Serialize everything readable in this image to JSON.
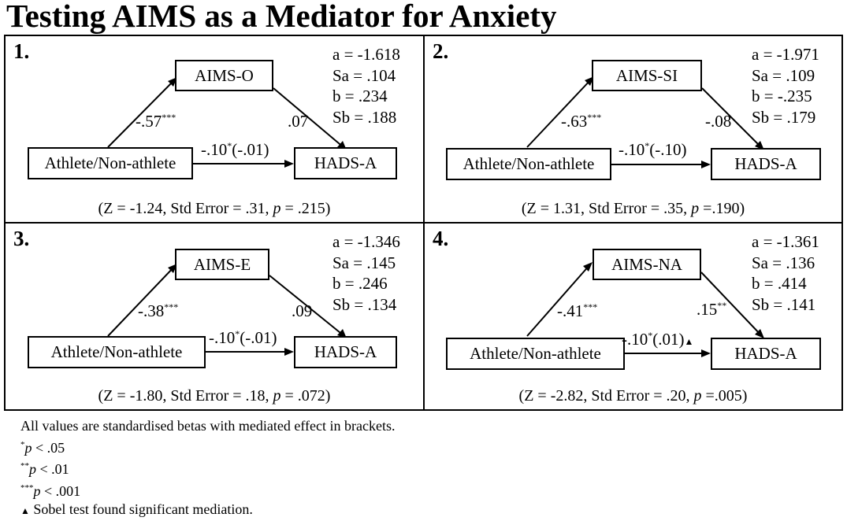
{
  "title": "Testing AIMS as a Mediator for Anxiety",
  "panels": [
    {
      "number": "1.",
      "mediator": "AIMS-O",
      "predictor": "Athlete/Non-athlete",
      "outcome": "HADS-A",
      "path_a": "-.57",
      "path_a_sig": "***",
      "path_b": ".07",
      "path_b_sig": "",
      "path_c": "-.10",
      "path_c_sig": "*",
      "path_c_mediated": "(-.01)",
      "path_c_flag": "",
      "stats": [
        "a = -1.618",
        "Sa = .104",
        "b = .234",
        "Sb = .188"
      ],
      "sobel": {
        "z": "(Z = -1.24, Std Error = .31, ",
        "p_label": "p",
        "p_value": " = .215)"
      }
    },
    {
      "number": "2.",
      "mediator": "AIMS-SI",
      "predictor": "Athlete/Non-athlete",
      "outcome": "HADS-A",
      "path_a": "-.63",
      "path_a_sig": "***",
      "path_b": "-.08",
      "path_b_sig": "",
      "path_c": "-.10",
      "path_c_sig": "*",
      "path_c_mediated": "(-.10)",
      "path_c_flag": "",
      "stats": [
        "a = -1.971",
        "Sa = .109",
        "b = -.235",
        "Sb = .179"
      ],
      "sobel": {
        "z": "(Z = 1.31, Std Error = .35, ",
        "p_label": "p",
        "p_value": " =.190)"
      }
    },
    {
      "number": "3.",
      "mediator": "AIMS-E",
      "predictor": "Athlete/Non-athlete",
      "outcome": "HADS-A",
      "path_a": "-.38",
      "path_a_sig": "***",
      "path_b": ".09",
      "path_b_sig": "",
      "path_c": "-.10",
      "path_c_sig": "*",
      "path_c_mediated": "(-.01)",
      "path_c_flag": "",
      "stats": [
        "a = -1.346",
        "Sa = .145",
        "b = .246",
        "Sb = .134"
      ],
      "sobel": {
        "z": "(Z = -1.80, Std Error = .18, ",
        "p_label": "p",
        "p_value": " = .072)"
      }
    },
    {
      "number": "4.",
      "mediator": "AIMS-NA",
      "predictor": "Athlete/Non-athlete",
      "outcome": "HADS-A",
      "path_a": "-.41",
      "path_a_sig": "***",
      "path_b": ".15",
      "path_b_sig": "**",
      "path_c": "-.10",
      "path_c_sig": "*",
      "path_c_mediated": "(.01)",
      "path_c_flag": "▲",
      "stats": [
        "a = -1.361",
        "Sa = .136",
        "b = .414",
        "Sb = .141"
      ],
      "sobel": {
        "z": "(Z = -2.82, Std Error = .20, ",
        "p_label": "p",
        "p_value": " =.005)"
      }
    }
  ],
  "notes": {
    "line1": "All values are standardised betas with mediated effect in brackets.",
    "sig1_mark": "*",
    "sig1_text": " < .05",
    "sig2_mark": "**",
    "sig2_text": " < .01",
    "sig3_mark": "***",
    "sig3_text": " < .001",
    "p_label": "p",
    "triangle": "▲",
    "triangle_text": " Sobel test found significant mediation."
  }
}
